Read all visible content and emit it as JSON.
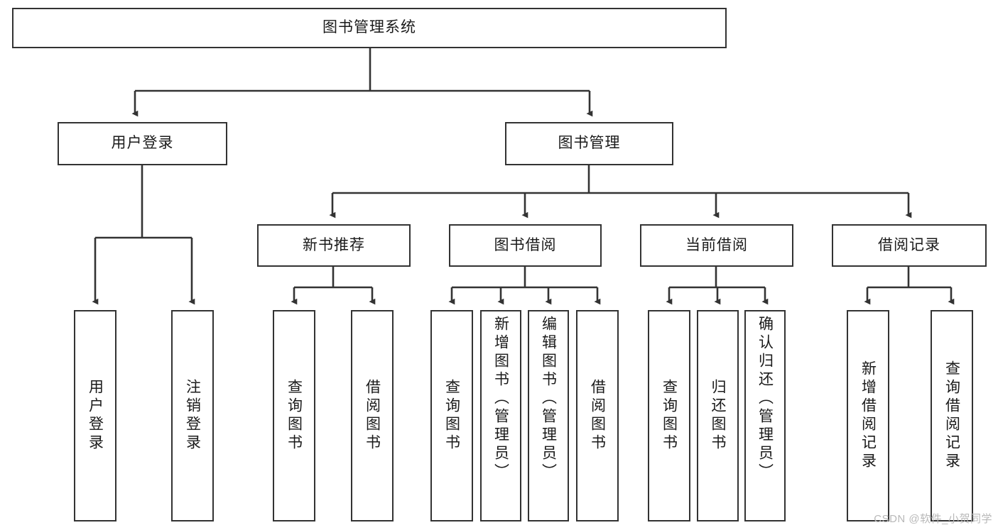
{
  "diagram": {
    "type": "tree-hierarchy",
    "title": "图书管理系统",
    "root": {
      "id": "root",
      "label": "图书管理系统"
    },
    "level1": [
      {
        "id": "user-login",
        "label": "用户登录"
      },
      {
        "id": "book-manage",
        "label": "图书管理"
      }
    ],
    "level2": [
      {
        "id": "new-book-recommend",
        "label": "新书推荐",
        "parent": "book-manage"
      },
      {
        "id": "book-borrow",
        "label": "图书借阅",
        "parent": "book-manage"
      },
      {
        "id": "current-borrow",
        "label": "当前借阅",
        "parent": "book-manage"
      },
      {
        "id": "borrow-record",
        "label": "借阅记录",
        "parent": "book-manage"
      }
    ],
    "leaves": {
      "user-login": [
        {
          "id": "leaf-user-login",
          "label": "用户登录"
        },
        {
          "id": "leaf-user-logout",
          "label": "注销登录"
        }
      ],
      "new-book-recommend": [
        {
          "id": "leaf-query-book-1",
          "label": "查询图书"
        },
        {
          "id": "leaf-borrow-book-1",
          "label": "借阅图书"
        }
      ],
      "book-borrow": [
        {
          "id": "leaf-query-book-2",
          "label": "查询图书"
        },
        {
          "id": "leaf-add-book",
          "label": "新增图书（管理员）"
        },
        {
          "id": "leaf-edit-book",
          "label": "编辑图书（管理员）"
        },
        {
          "id": "leaf-borrow-book-2",
          "label": "借阅图书"
        }
      ],
      "current-borrow": [
        {
          "id": "leaf-query-book-3",
          "label": "查询图书"
        },
        {
          "id": "leaf-return-book",
          "label": "归还图书"
        },
        {
          "id": "leaf-confirm-return",
          "label": "确认归还（管理员）"
        }
      ],
      "borrow-record": [
        {
          "id": "leaf-add-record",
          "label": "新增借阅记录"
        },
        {
          "id": "leaf-query-record",
          "label": "查询借阅记录"
        }
      ]
    }
  },
  "watermark": {
    "text": "CSDN @软件_小贺同学"
  },
  "colors": {
    "stroke": "#333333",
    "text": "#1a1a1a",
    "background": "#ffffff",
    "watermark": "#b8b8b8"
  }
}
